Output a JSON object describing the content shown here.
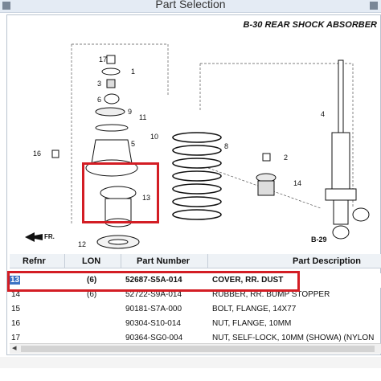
{
  "window": {
    "title": "Part Selection"
  },
  "diagram": {
    "heading": "B-30 REAR SHOCK ABSORBER",
    "callouts": [
      "17",
      "1",
      "3",
      "6",
      "9",
      "11",
      "10",
      "16",
      "5",
      "13",
      "12",
      "2",
      "14",
      "8",
      "4",
      "FR.",
      "B-29"
    ]
  },
  "table": {
    "headers": {
      "refnr": "Refnr",
      "lon": "LON",
      "part_number": "Part Number",
      "description": "Part Description"
    },
    "rows": [
      {
        "refnr": "13",
        "lon": "(6)",
        "part_number": "52687-S5A-014",
        "description": "COVER, RR. DUST"
      },
      {
        "refnr": "14",
        "lon": "(6)",
        "part_number": "52722-S9A-014",
        "description": "RUBBER, RR. BUMP STOPPER"
      },
      {
        "refnr": "15",
        "lon": "",
        "part_number": "90181-S7A-000",
        "description": "BOLT, FLANGE, 14X77"
      },
      {
        "refnr": "16",
        "lon": "",
        "part_number": "90304-S10-014",
        "description": "NUT, FLANGE, 10MM"
      },
      {
        "refnr": "17",
        "lon": "",
        "part_number": "90364-SG0-004",
        "description": "NUT, SELF-LOCK, 10MM (SHOWA) (NYLON"
      }
    ],
    "selected_row": 0
  },
  "colors": {
    "highlight": "#d31d24",
    "selection": "#3b73c4"
  },
  "icons": {
    "scroll_left": "◂"
  }
}
